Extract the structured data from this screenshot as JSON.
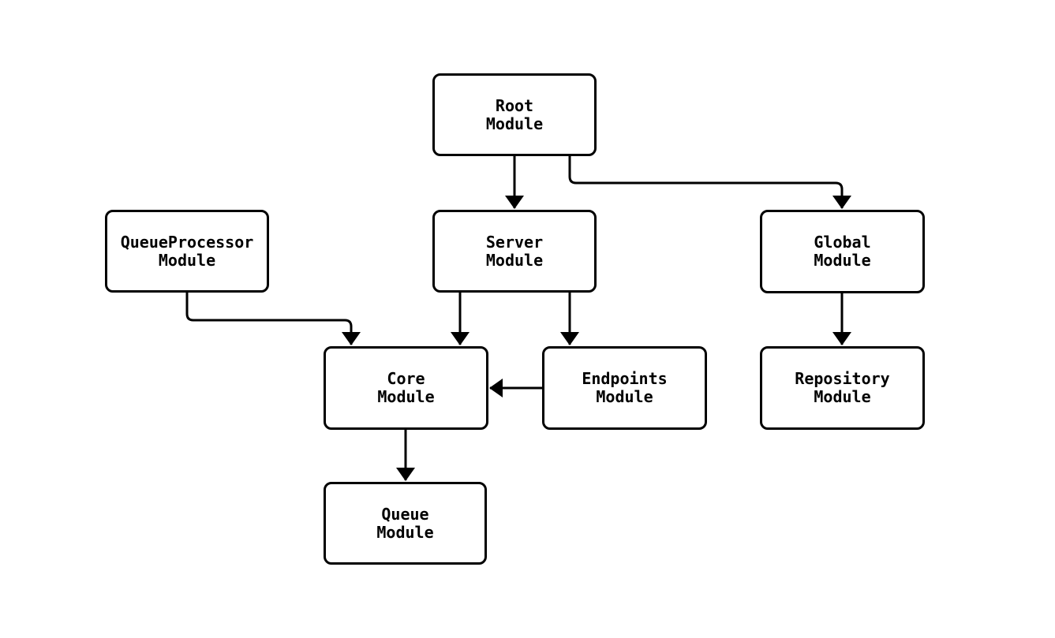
{
  "colors": {
    "background": "#ffffff",
    "stroke": "#000000",
    "node_fill": "#ffffff",
    "text": "#000000"
  },
  "diagram": {
    "title": "",
    "nodes": [
      {
        "id": "root",
        "line1": "Root",
        "line2": "Module"
      },
      {
        "id": "queueproc",
        "line1": "QueueProcessor",
        "line2": "Module"
      },
      {
        "id": "server",
        "line1": "Server",
        "line2": "Module"
      },
      {
        "id": "global",
        "line1": "Global",
        "line2": "Module"
      },
      {
        "id": "core",
        "line1": "Core",
        "line2": "Module"
      },
      {
        "id": "endpoints",
        "line1": "Endpoints",
        "line2": "Module"
      },
      {
        "id": "repository",
        "line1": "Repository",
        "line2": "Module"
      },
      {
        "id": "queue",
        "line1": "Queue",
        "line2": "Module"
      }
    ],
    "edges": [
      {
        "from": "Root Module",
        "to": "Server Module"
      },
      {
        "from": "Root Module",
        "to": "Global Module"
      },
      {
        "from": "QueueProcessor Module",
        "to": "Core Module"
      },
      {
        "from": "Server Module",
        "to": "Core Module"
      },
      {
        "from": "Server Module",
        "to": "Endpoints Module"
      },
      {
        "from": "Endpoints Module",
        "to": "Core Module"
      },
      {
        "from": "Global Module",
        "to": "Repository Module"
      },
      {
        "from": "Core Module",
        "to": "Queue Module"
      }
    ]
  }
}
